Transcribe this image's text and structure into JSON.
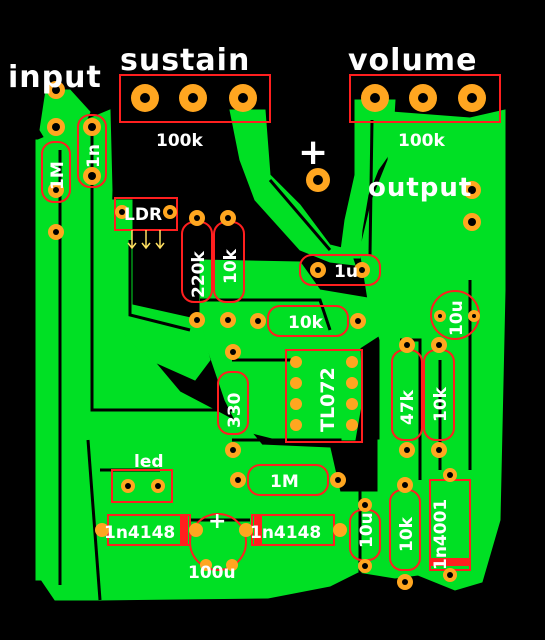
{
  "connectors": {
    "input": "input",
    "sustain": "sustain",
    "volume": "volume",
    "output": "output",
    "plus": "+"
  },
  "components": {
    "sustain_pot": "100k",
    "volume_pot": "100k",
    "r_input": "1M",
    "c_input": "1n",
    "ldr": "LDR",
    "r_220k": "220k",
    "r_10k_a": "10k",
    "c_1u": "1u",
    "r_10k_b": "10k",
    "c_10u_a": "10u",
    "ic": "TL072",
    "r_330": "330",
    "r_47k": "47k",
    "r_10k_c": "10k",
    "led": "led",
    "r_1M_b": "1M",
    "d_1n4148_a": "1n4148",
    "d_1n4148_b": "1n4148",
    "c_100u": "100u",
    "c_10u_b": "10u",
    "r_10k_d": "10k",
    "d_1n4001": "1n4001"
  },
  "colors": {
    "background": "#000000",
    "copper": "#00e024",
    "pad": "#ffa620",
    "silkscreen": "#ffffff",
    "outline": "#ff1f1f"
  }
}
